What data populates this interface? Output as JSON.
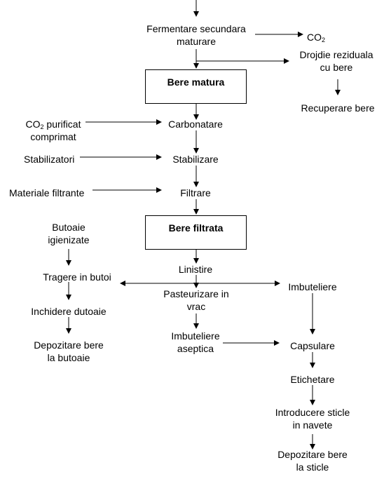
{
  "nodes": {
    "fermentare": [
      "Fermentare secundara",
      "maturare"
    ],
    "co2_out": "CO",
    "co2_out_sub": "2",
    "drojdie": [
      "Drojdie reziduala",
      "cu bere"
    ],
    "recuperare": "Recuperare bere",
    "bere_matura": "Bere matura",
    "co2_purificat_a": "CO",
    "co2_purificat_sub": "2",
    "co2_purificat_b": " purificat",
    "comprimat": "comprimat",
    "carbonatare": "Carbonatare",
    "stabilizatori": "Stabilizatori",
    "stabilizare": "Stabilizare",
    "materiale": "Materiale filtrante",
    "filtrare": "Filtrare",
    "bere_filtrata": "Bere filtrata",
    "butoaie": [
      "Butoaie",
      "igienizate"
    ],
    "linistire": "Linistire",
    "tragere": "Tragere in butoi",
    "pasteurizare": [
      "Pasteurizare in",
      "vrac"
    ],
    "imbuteliere": "Imbuteliere",
    "inchidere": "Inchidere dutoaie",
    "depozitare_butoaie": [
      "Depozitare bere",
      "la butoaie"
    ],
    "imbuteliere_aseptica": [
      "Imbuteliere",
      "aseptica"
    ],
    "capsulare": "Capsulare",
    "etichetare": "Etichetare",
    "introducere": [
      "Introducere sticle",
      "in navete"
    ],
    "depozitare_sticle": [
      "Depozitare bere",
      "la sticle"
    ]
  }
}
